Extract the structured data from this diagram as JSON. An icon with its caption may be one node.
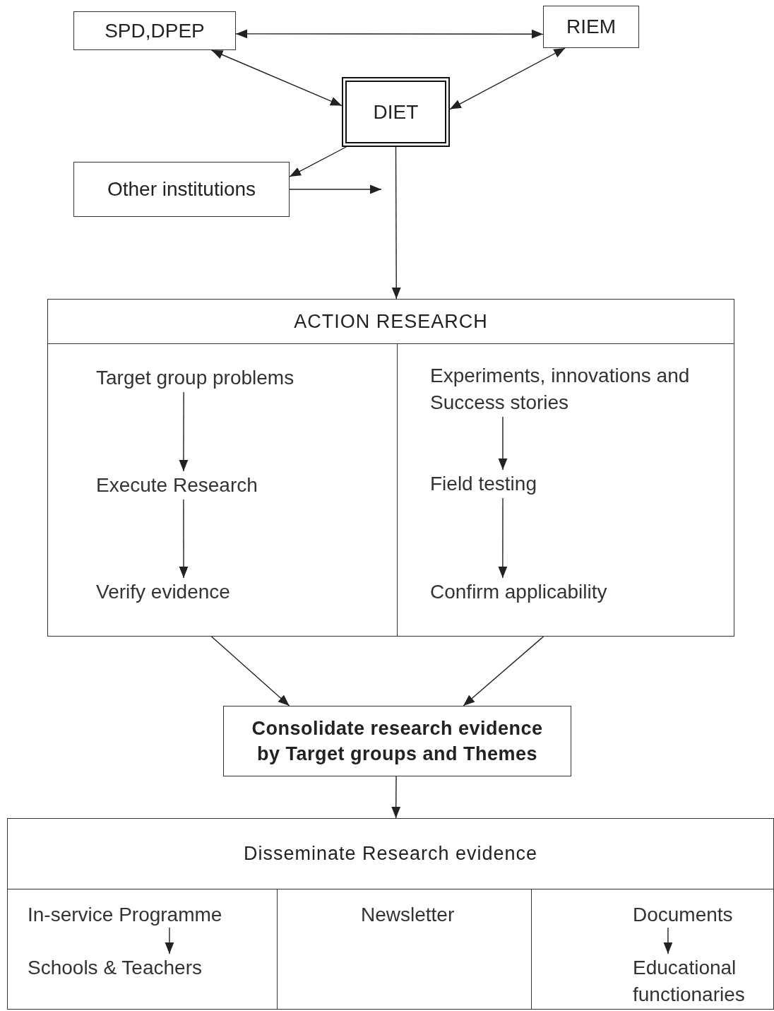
{
  "diagram": {
    "nodes": [
      {
        "text": [
          "SPD,DPEP"
        ]
      },
      {
        "text": [
          "RIEM"
        ]
      },
      {
        "text": [
          "DIET"
        ]
      },
      {
        "text": [
          "Other institutions"
        ]
      },
      {
        "text": [
          "ACTION RESEARCH"
        ]
      },
      {
        "text": [
          "Target group problems"
        ],
        "in": 4
      },
      {
        "text": [
          "Execute Research"
        ],
        "in": 4
      },
      {
        "text": [
          "Verify evidence"
        ],
        "in": 4
      },
      {
        "text": [
          "Experiments, innovations and Success stories"
        ],
        "in": 4
      },
      {
        "text": [
          "Field testing"
        ],
        "in": 4
      },
      {
        "text": [
          "Confirm applicability"
        ],
        "in": 4
      },
      {
        "text": [
          "Consolidate research evidence by Target groups and Themes"
        ]
      },
      {
        "text": [
          "Disseminate Research evidence"
        ]
      },
      {
        "text": [
          "In-service Programme"
        ],
        "in": 12
      },
      {
        "text": [
          "Schools & Teachers"
        ],
        "in": 12
      },
      {
        "text": [
          "Newsletter"
        ],
        "in": 12
      },
      {
        "text": [
          "Documents"
        ],
        "in": 12
      },
      {
        "text": [
          "Educational functionaries"
        ],
        "in": 12
      }
    ],
    "edges": [
      {
        "from": 0,
        "to": 1,
        "arrow": "both"
      },
      {
        "from": 0,
        "to": 2,
        "arrow": "both"
      },
      {
        "from": 1,
        "to": 2,
        "arrow": "both"
      },
      {
        "from": 2,
        "to": 3,
        "arrow": "to"
      },
      {
        "from": 3,
        "to": null,
        "arrow": "to"
      },
      {
        "from": 2,
        "to": 4,
        "arrow": "to"
      },
      {
        "from": 5,
        "to": 6,
        "arrow": "to"
      },
      {
        "from": 6,
        "to": 7,
        "arrow": "to"
      },
      {
        "from": 8,
        "to": 9,
        "arrow": "to"
      },
      {
        "from": 9,
        "to": 10,
        "arrow": "to"
      },
      {
        "from": 4,
        "to": 11,
        "arrow": "to"
      },
      {
        "from": 4,
        "to": 11,
        "arrow": "to"
      },
      {
        "from": 11,
        "to": 12,
        "arrow": "to"
      },
      {
        "from": 13,
        "to": 14,
        "arrow": "to"
      },
      {
        "from": 16,
        "to": 17,
        "arrow": "to"
      }
    ]
  }
}
